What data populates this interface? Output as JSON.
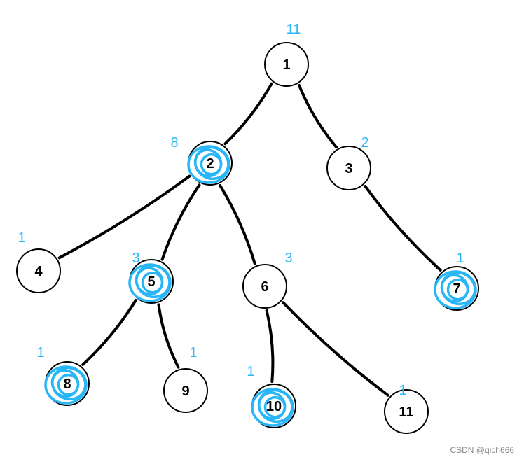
{
  "colors": {
    "edge": "#000000",
    "node_stroke": "#000000",
    "highlight": "#29b6f6",
    "size_label": "#29b6f6"
  },
  "nodes": [
    {
      "id": "1",
      "label": "1",
      "size_label": "11",
      "highlighted": false
    },
    {
      "id": "2",
      "label": "2",
      "size_label": "8",
      "highlighted": true
    },
    {
      "id": "3",
      "label": "3",
      "size_label": "2",
      "highlighted": false
    },
    {
      "id": "4",
      "label": "4",
      "size_label": "1",
      "highlighted": false
    },
    {
      "id": "5",
      "label": "5",
      "size_label": "3",
      "highlighted": true
    },
    {
      "id": "6",
      "label": "6",
      "size_label": "3",
      "highlighted": false
    },
    {
      "id": "7",
      "label": "7",
      "size_label": "1",
      "highlighted": true
    },
    {
      "id": "8",
      "label": "8",
      "size_label": "1",
      "highlighted": true
    },
    {
      "id": "9",
      "label": "9",
      "size_label": "1",
      "highlighted": false
    },
    {
      "id": "10",
      "label": "10",
      "size_label": "1",
      "highlighted": true
    },
    {
      "id": "11",
      "label": "11",
      "size_label": "1",
      "highlighted": false
    }
  ],
  "edges": [
    [
      "1",
      "2"
    ],
    [
      "1",
      "3"
    ],
    [
      "2",
      "4"
    ],
    [
      "2",
      "5"
    ],
    [
      "2",
      "6"
    ],
    [
      "3",
      "7"
    ],
    [
      "5",
      "8"
    ],
    [
      "5",
      "9"
    ],
    [
      "6",
      "10"
    ],
    [
      "6",
      "11"
    ]
  ],
  "watermark": "CSDN @qich666"
}
